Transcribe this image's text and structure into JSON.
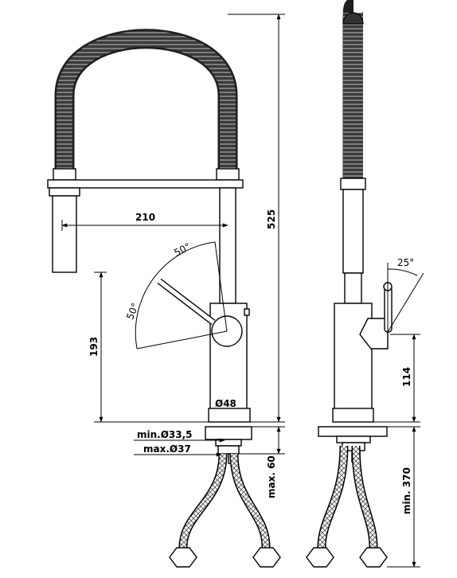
{
  "drawing": {
    "front_view": {
      "dim_reach": "210",
      "dim_total_height": "525",
      "dim_spout_height": "193",
      "dim_body_diameter": "Ø48",
      "dim_hole_min": "min.Ø33,5",
      "dim_hole_max": "max.Ø37",
      "dim_deck_max": "max. 60",
      "angle_upper": "50°",
      "angle_lower": "50°"
    },
    "side_view": {
      "angle": "25°",
      "dim_handle_height": "114",
      "dim_hose_min": "min. 370"
    }
  }
}
